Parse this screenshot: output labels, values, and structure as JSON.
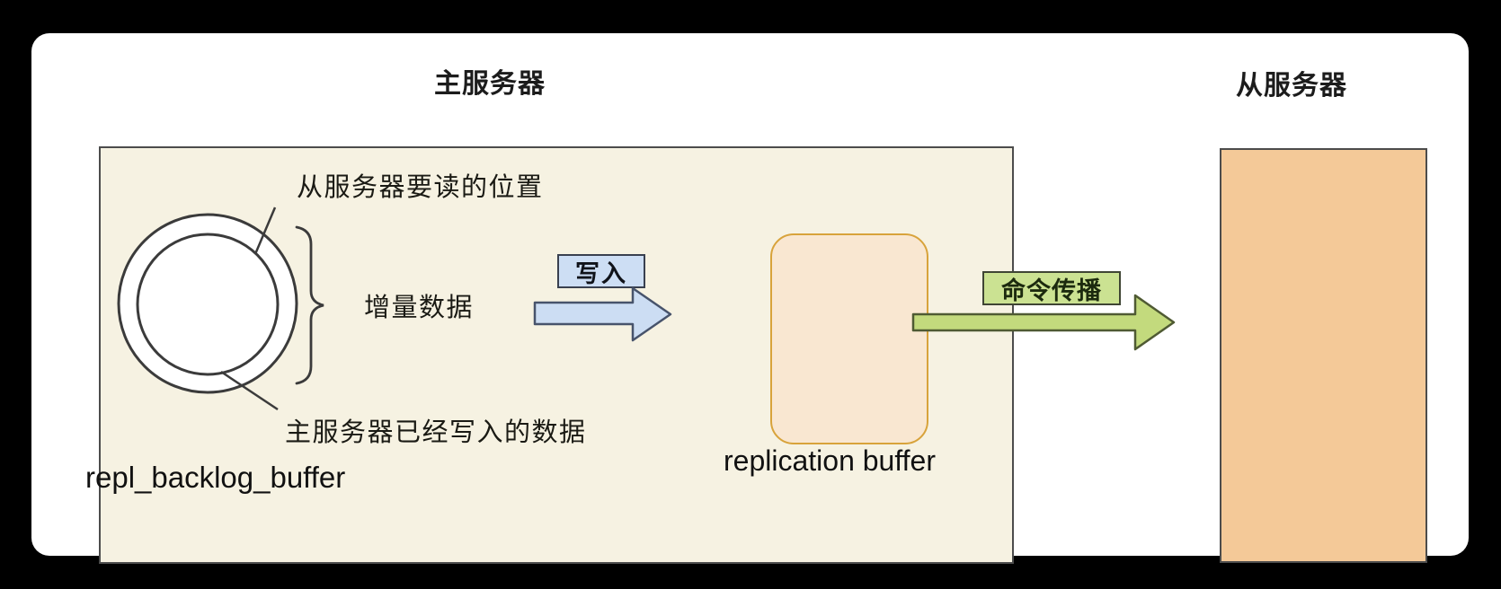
{
  "titles": {
    "master": "主服务器",
    "slave": "从服务器"
  },
  "master": {
    "read_position": "从服务器要读的位置",
    "incremental_data": "增量数据",
    "written_data": "主服务器已经写入的数据",
    "ring_name": "repl_backlog_buffer",
    "write_action": "写入",
    "buffer_name": "replication buffer"
  },
  "flow": {
    "command_propagation": "命令传播"
  },
  "colors": {
    "background": "#000000",
    "canvas": "#ffffff",
    "master_box_fill": "#f6f2e2",
    "master_box_border": "#4c4c4c",
    "slave_box_fill": "#f4c998",
    "replication_buffer_fill": "#f9e7d1",
    "replication_buffer_border": "#d8a33b",
    "write_tag_fill": "#cddef4",
    "write_arrow_fill": "#ccddf3",
    "command_tag_fill": "#cbe292",
    "command_arrow_fill": "#c3da7d",
    "ring_stroke": "#3b3b3b"
  }
}
